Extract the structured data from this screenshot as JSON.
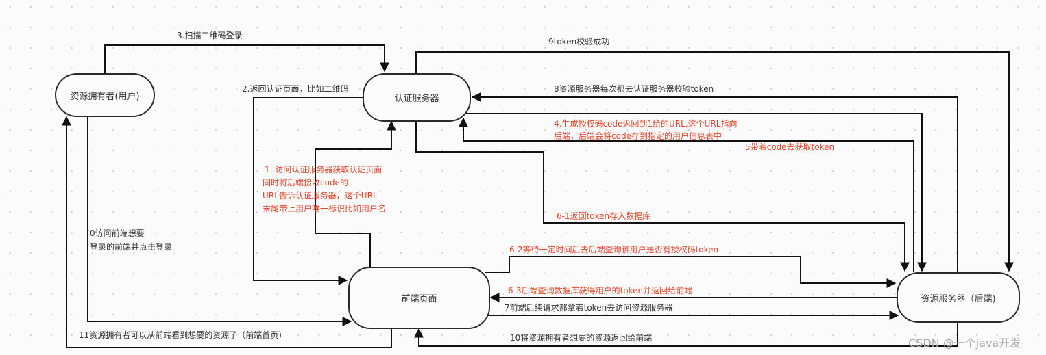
{
  "nodes": {
    "resource_owner": "资源拥有者(用户)",
    "auth_server": "认证服务器",
    "frontend": "前端页面",
    "resource_server": "资源服务器（后端)"
  },
  "edges": {
    "e0": "0访问前端想要\n登录的前端并点击登录",
    "e1_lines": [
      "1. 访问认证服务器获取认证页面",
      "同时将后端接收code的",
      "URL告诉认证服务器，这个URL",
      "末尾带上用户唯一标识比如用户名"
    ],
    "e2": "2.返回认证页面，比如二维码",
    "e3": "3.扫描二维码登录",
    "e4_lines": [
      "4.生成授权码code返回到1给的URL,这个URL指向",
      "后端，后端会将code存到指定的用户信息表中"
    ],
    "e5": "5带着code去获取token",
    "e6_1": "6-1返回token存入数据库",
    "e6_2": "6-2等待一定时间后去后端查询该用户是否有授权码token",
    "e6_3": "6-3后端查询数据库获得用户的token并返回给前端",
    "e7": "7前端后续请求都拿着token去访问资源服务器",
    "e8": "8资源服务器每次都去认证服务器校验token",
    "e9": "9token校验成功",
    "e10": "10将资源拥有者想要的资源返回给前端",
    "e11": "11资源拥有者可以从前端看到想要的资源了（前端首页)",
    "e0_lines": [
      "0访问前端想要",
      "登录的前端并点击登录"
    ]
  },
  "colors": {
    "line": "#1a1a1a",
    "red_label": "#e8452c",
    "text": "#333333"
  },
  "watermark": "CSDN @一个java开发"
}
